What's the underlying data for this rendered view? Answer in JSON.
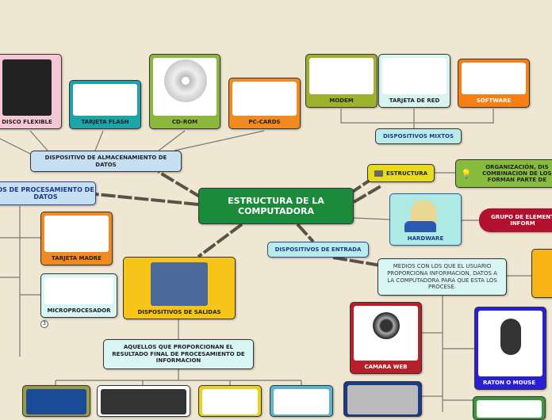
{
  "central": {
    "title": "ESTRUCTURA DE LA COMPUTADORA"
  },
  "storage": {
    "title": "DISPOSITIVO DE ALMACENAMIENTO DE DATOS",
    "items": [
      "DISCO FLEXIBLE",
      "TARJETA FLASH",
      "CD-ROM",
      "PC-CARDS"
    ]
  },
  "processing": {
    "title": "OS DE PROCESAMIENTO DE DATOS",
    "items": [
      "TARJETA MADRE",
      "MICROPROCESADOR"
    ],
    "badge": "3"
  },
  "mixed": {
    "title": "DISPOSITIVOS MIXTOS",
    "items": [
      "MODEM",
      "TARJETA DE RED",
      "SOFTWARE"
    ]
  },
  "structure": {
    "title": "ESTRUCTURA",
    "description": "ORGANIZACIÓN, DIS COMBINACION DE LOS FORMAN PARTE DE"
  },
  "hardware": {
    "title": "HARDWARE",
    "description": "GRUPO DE ELEMENT INFORM"
  },
  "input": {
    "title": "DISPOSITIVOS DE ENTRADA",
    "description": "MEDIOS CON LOS QUE EL USUARIO PROPORCIONA INFORMACION, DATOS A LA COMPUTADORA PARA QUE ESTA LOS PROCESE.",
    "items": [
      "CAMARA WEB",
      "RATON O MOUSE"
    ]
  },
  "output": {
    "title": "DISPOSITIVOS DE SALIDAS",
    "description": "AQUELLOS QUE PROPORCIONAN EL RESULTADO FINAL DE PROCESAMIENTO DE INFORMACION"
  }
}
